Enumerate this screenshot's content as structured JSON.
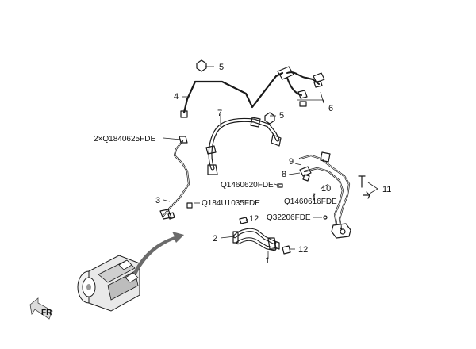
{
  "callouts": {
    "p1": "1",
    "p2": "2",
    "p3": "3",
    "p4": "4",
    "p5a": "5",
    "p5b": "5",
    "p6": "6",
    "p7": "7",
    "p8": "8",
    "p9": "9",
    "p10": "10",
    "p11": "11",
    "p12a": "12",
    "p12b": "12"
  },
  "part_codes": {
    "q1840625": "2×Q1840625FDE",
    "q1460620": "Q1460620FDE",
    "q184u1035": "Q184U1035FDE",
    "q1460616": "Q1460616FDE",
    "q32206": "Q32206FDE"
  },
  "orientation_label": "FR",
  "colors": {
    "ink": "#1a1a1a",
    "arrow": "#6b6b6b"
  }
}
